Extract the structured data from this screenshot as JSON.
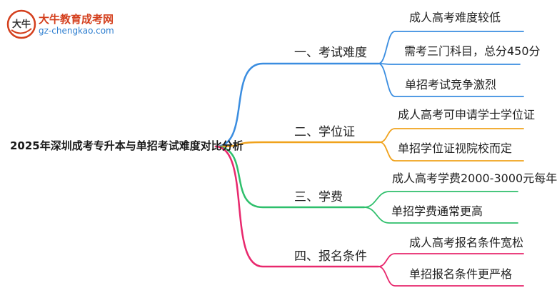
{
  "logo": {
    "title": "大牛教育成考网",
    "url": "gz-chengkao.com",
    "mark_text": "大牛"
  },
  "root": "2025年深圳成考专升本与单招考试难度对比分析",
  "branches": [
    {
      "label": "一、考试难度",
      "color": "#3a8de0",
      "leaves": [
        "成人高考难度较低",
        "需考三门科目，总分450分",
        "单招考试竞争激烈"
      ]
    },
    {
      "label": "二、学位证",
      "color": "#f0a21c",
      "leaves": [
        "成人高考可申请学士学位证",
        "单招学位证视院校而定"
      ]
    },
    {
      "label": "三、学费",
      "color": "#2ebf6b",
      "leaves": [
        "成人高考学费2000-3000元每年",
        "单招学费通常更高"
      ]
    },
    {
      "label": "四、报名条件",
      "color": "#e8286d",
      "leaves": [
        "成人高考报名条件宽松",
        "单招报名条件更严格"
      ]
    }
  ]
}
